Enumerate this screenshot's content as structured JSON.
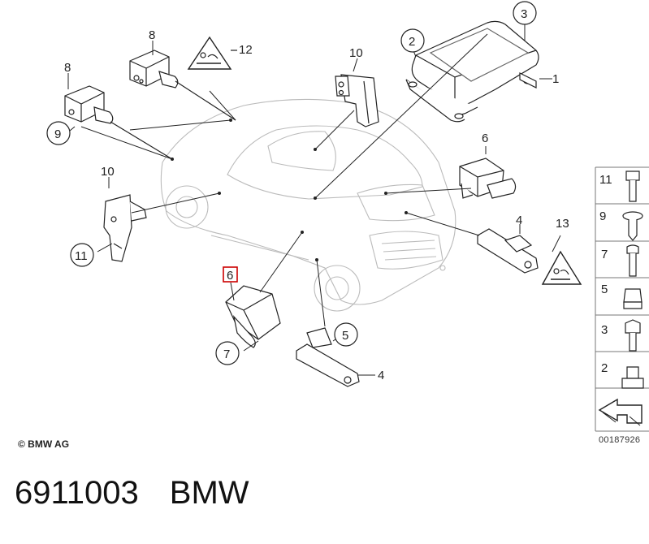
{
  "callouts": {
    "c1": "1",
    "c2": "2",
    "c3": "3",
    "c4a": "4",
    "c4b": "4",
    "c5": "5",
    "c6a": "6",
    "c6b": "6",
    "c7": "7",
    "c8a": "8",
    "c8b": "8",
    "c9": "9",
    "c10a": "10",
    "c10b": "10",
    "c11": "11",
    "c12": "12",
    "c13": "13"
  },
  "legend": [
    "11",
    "9",
    "7",
    "5",
    "3",
    "2"
  ],
  "copyright": "© BMW AG",
  "catalog_number": "00187926",
  "footer": {
    "part_number": "6911003",
    "brand": "BMW"
  },
  "highlight_color": "#cc0000",
  "icons": [
    "airbag-warning-triangle-icon",
    "arrow-icon"
  ]
}
